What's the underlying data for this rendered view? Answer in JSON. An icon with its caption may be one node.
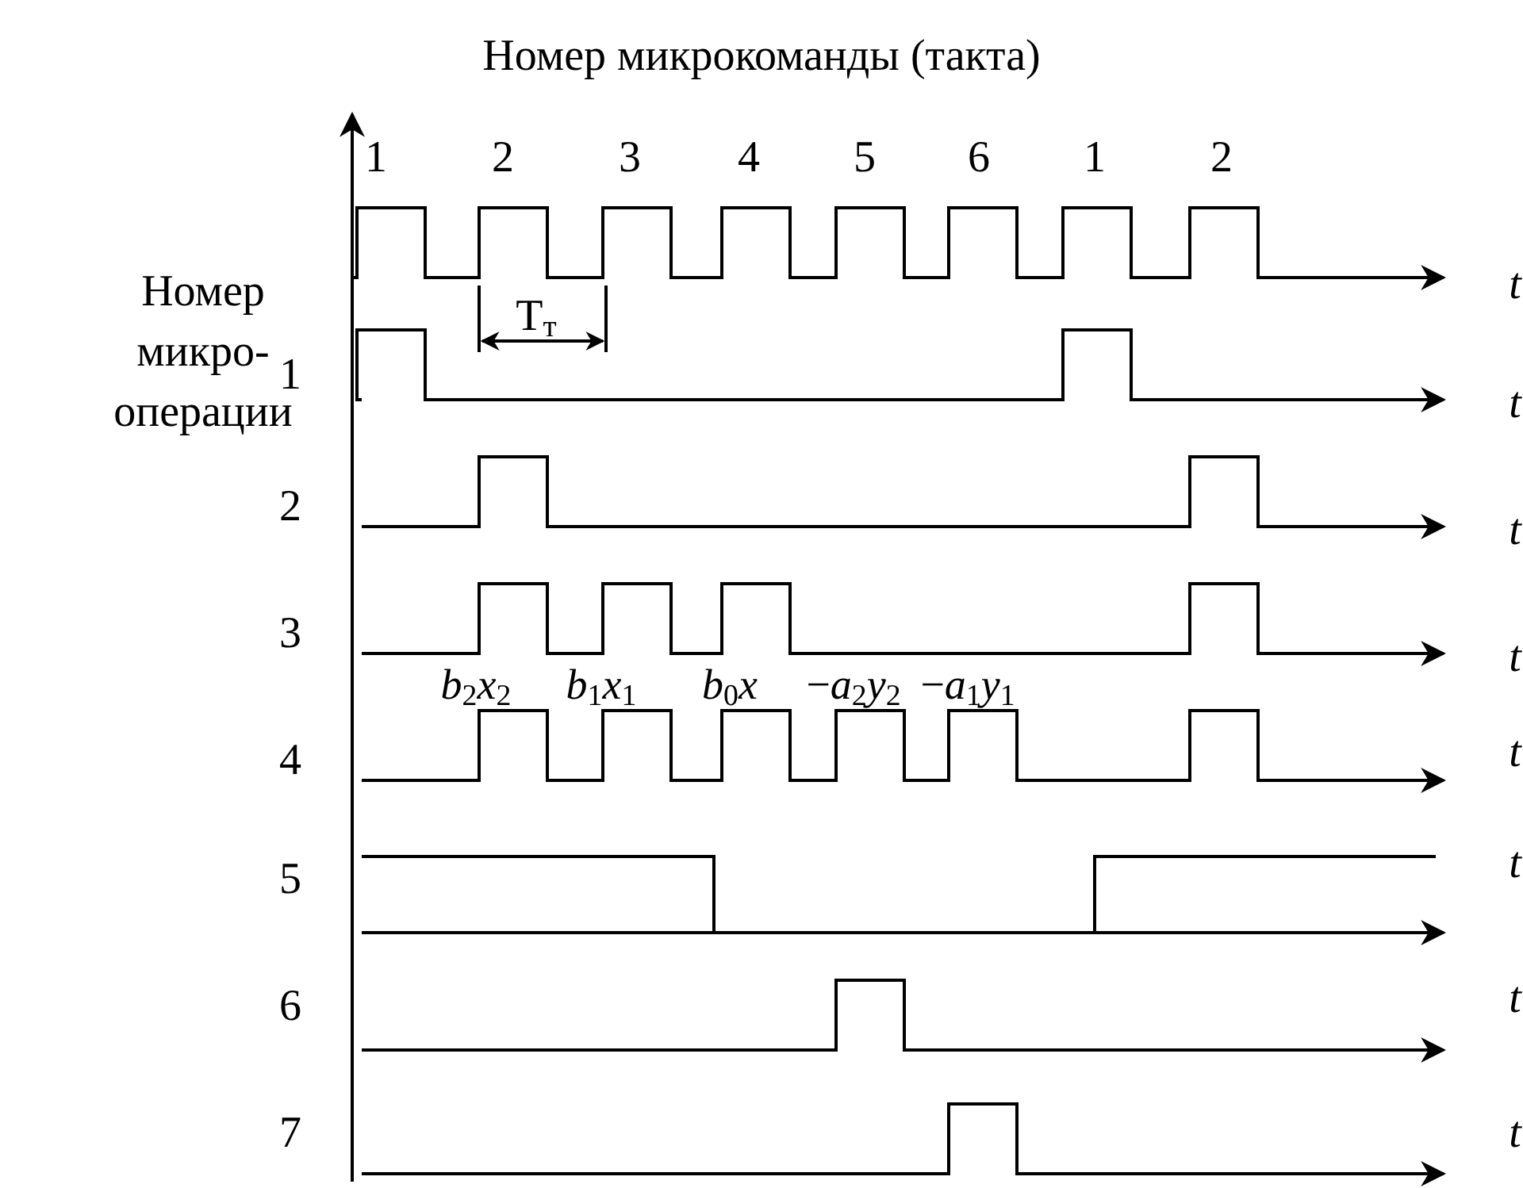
{
  "diagram": {
    "title": "Номер микрокоманды (такта)",
    "labels": [
      "1",
      "2",
      "3",
      "4",
      "5",
      "6",
      "1",
      "2",
      "t",
      "Номер микро- операции",
      "T$_{т}$",
      "1",
      "t",
      "2",
      "t",
      "3",
      "t",
      "*b*$_{2}$*x*$_{2}$",
      "*b*$_{1}$*x*$_{1}$",
      "*b*$_{0}$*x*",
      "−*a*$_{2}$*y*$_{2}$",
      "−*a*$_{1}$*y*$_{1}$",
      "4",
      "t",
      "5",
      "t",
      "6",
      "t",
      "7",
      "t"
    ]
  }
}
